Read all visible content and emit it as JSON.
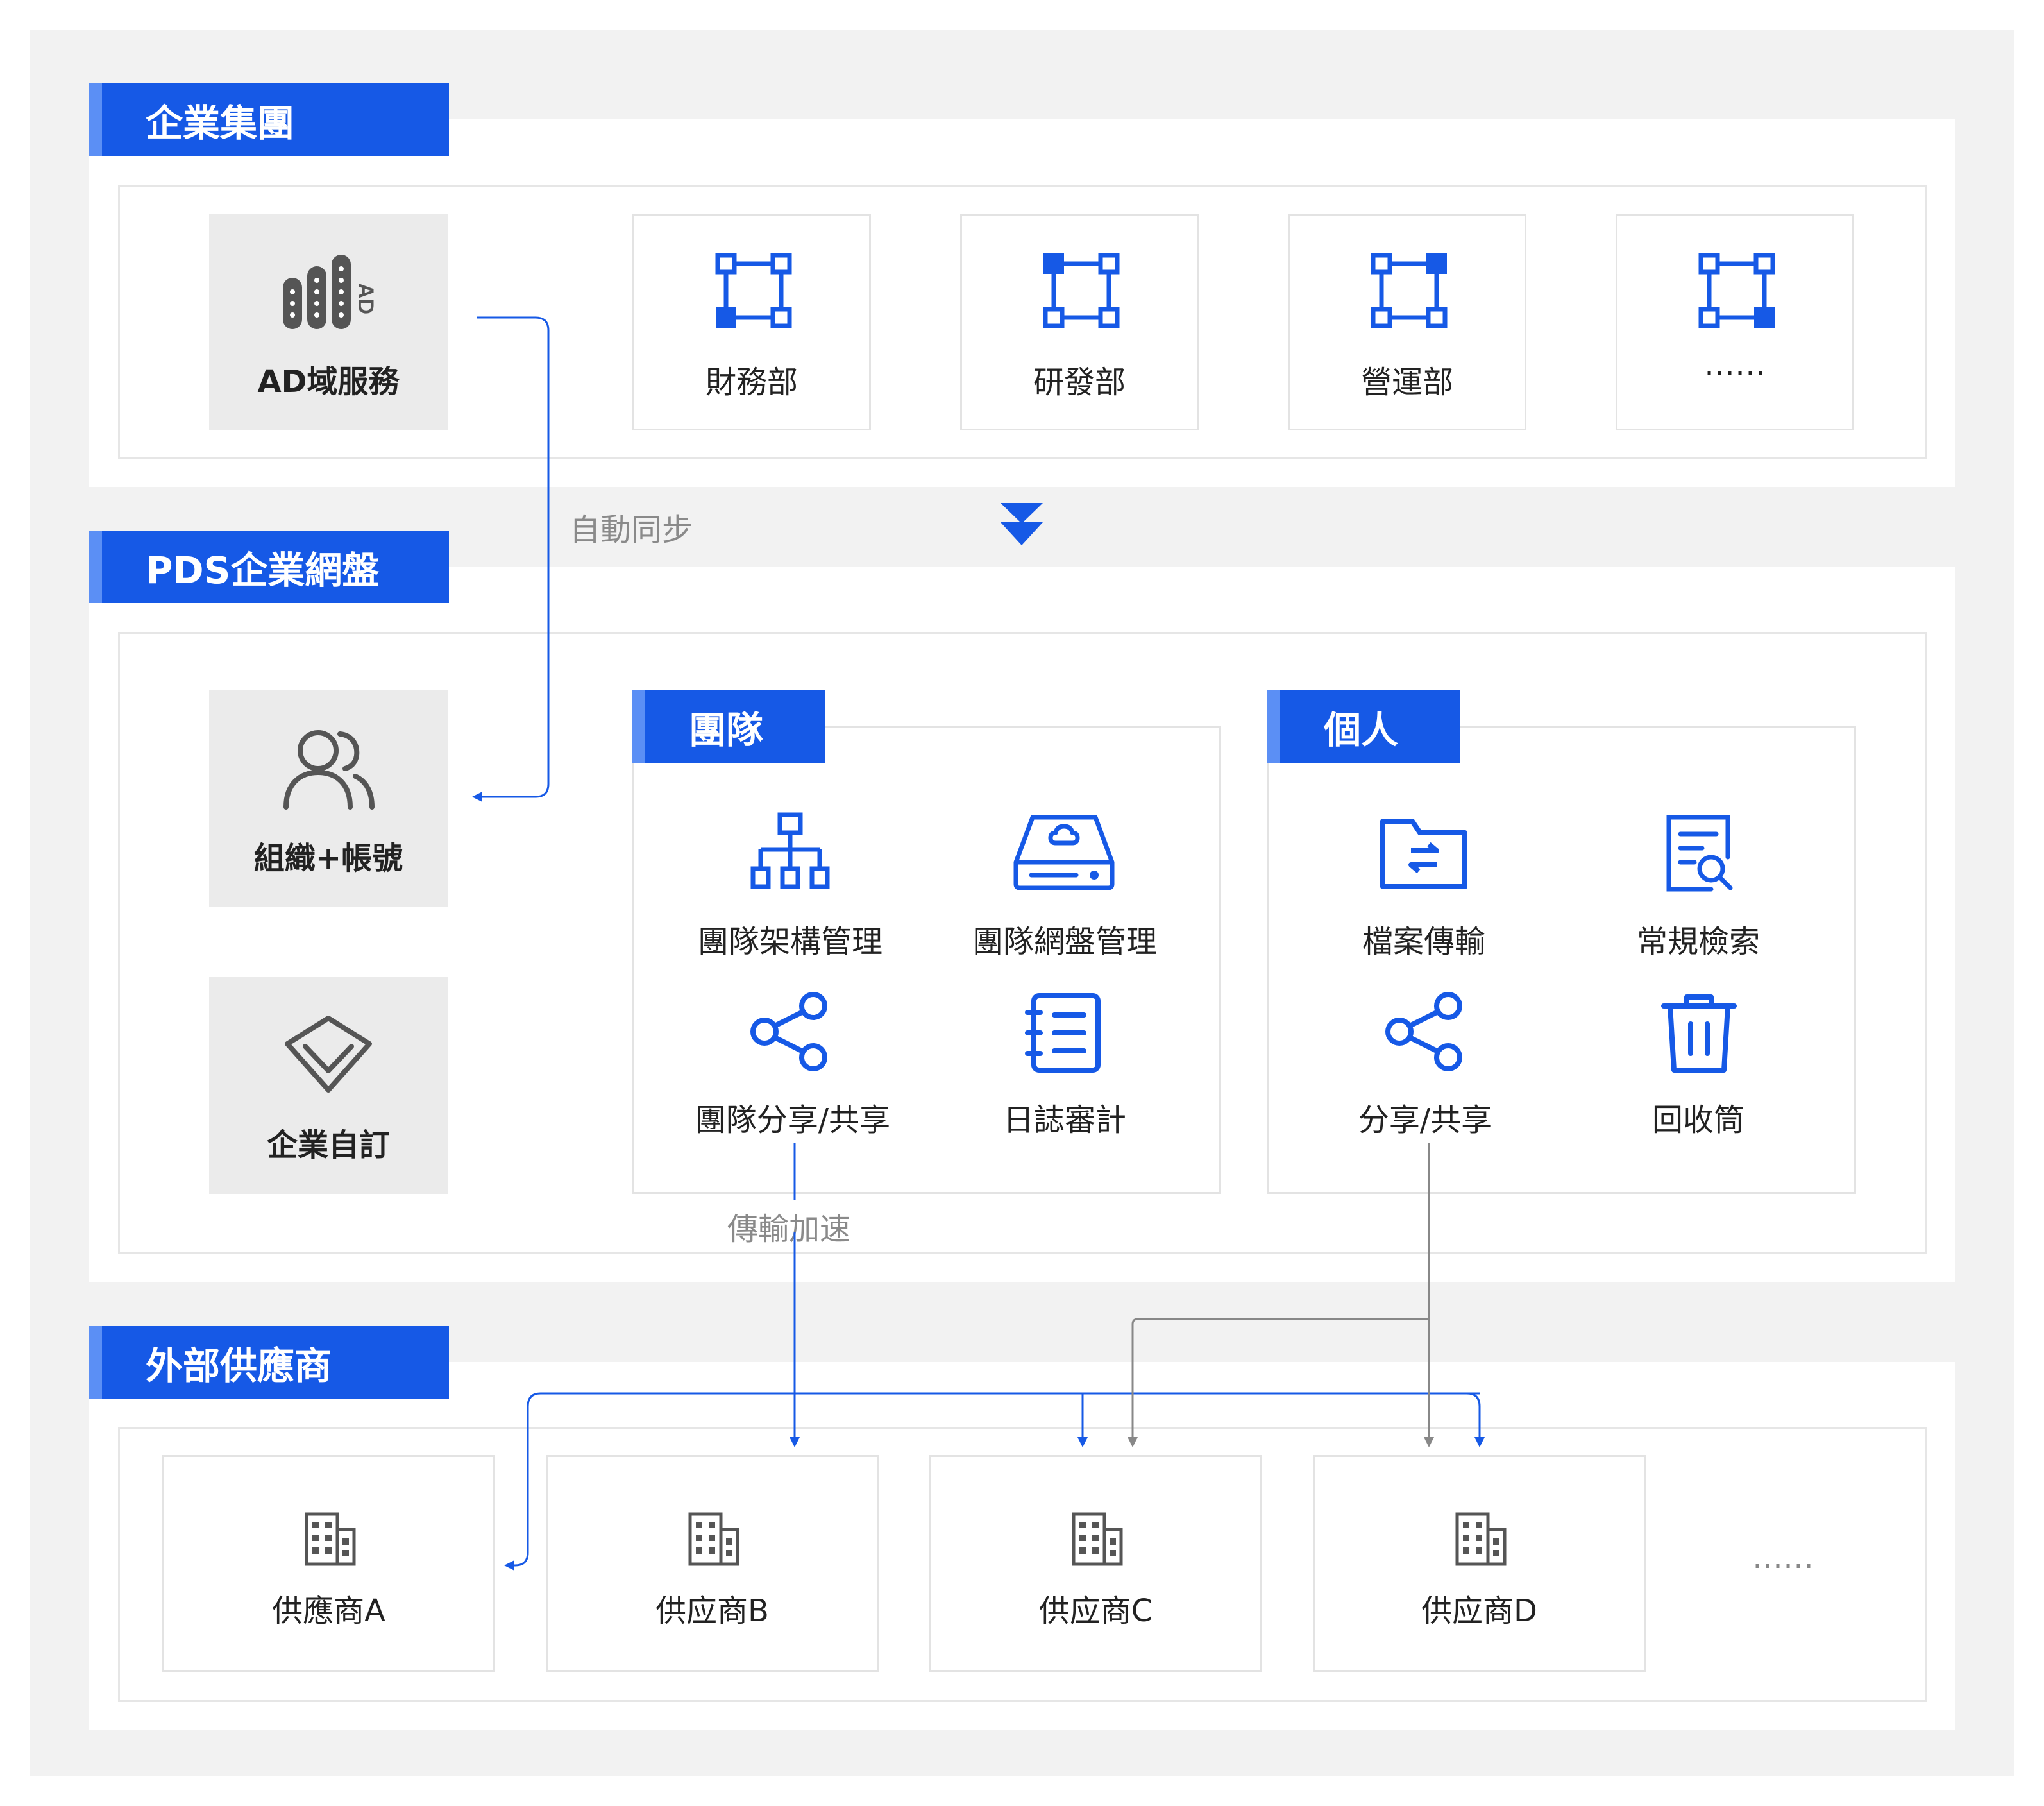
{
  "sections": {
    "enterprise": {
      "title": "企業集團"
    },
    "pds": {
      "title": "PDS企業網盤"
    },
    "suppliers": {
      "title": "外部供應商"
    }
  },
  "enterprise_items": {
    "ad": "AD域服務",
    "finance": "財務部",
    "rnd": "研發部",
    "ops": "營運部",
    "more": "……"
  },
  "sync_label": "自動同步",
  "pds_items": {
    "org": "組織+帳號",
    "custom": "企業自訂"
  },
  "team": {
    "title": "團隊",
    "features": [
      "團隊架構管理",
      "團隊網盤管理",
      "團隊分享/共享",
      "日誌審計"
    ]
  },
  "personal": {
    "title": "個人",
    "features": [
      "檔案傳輸",
      "常規檢索",
      "分享/共享",
      "回收筒"
    ]
  },
  "accel_label": "傳輸加速",
  "supplier_items": [
    "供應商A",
    "供应商B",
    "供应商C",
    "供应商D"
  ],
  "supplier_more": "……",
  "colors": {
    "accent": "#1659e6",
    "accent_light": "#5b8ff5",
    "icon_grey": "#555555",
    "line_grey": "#888888"
  }
}
